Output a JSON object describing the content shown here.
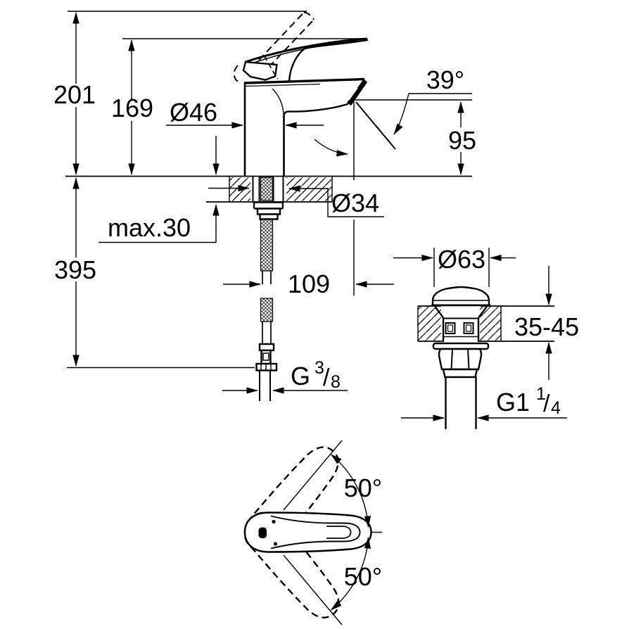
{
  "drawing": {
    "front_view": {
      "overall_height": "201",
      "lever_height": "169",
      "body_diameter": "Ø46",
      "stream_angle": "39°",
      "spout_height": "95",
      "hole_diameter": "Ø34",
      "max_deck_thickness": "max.30",
      "hose_length": "395",
      "spout_reach": "109",
      "supply_thread": {
        "prefix": "G",
        "numerator": "3",
        "slash": "/",
        "denominator": "8"
      }
    },
    "waste_view": {
      "cap_diameter": "Ø63",
      "deck_thickness_range": "35-45",
      "waste_thread": {
        "prefix": "G1",
        "numerator": "1",
        "slash": "/",
        "denominator": "4"
      }
    },
    "top_view": {
      "swivel_angle_up": "50°",
      "swivel_angle_down": "50°"
    }
  }
}
